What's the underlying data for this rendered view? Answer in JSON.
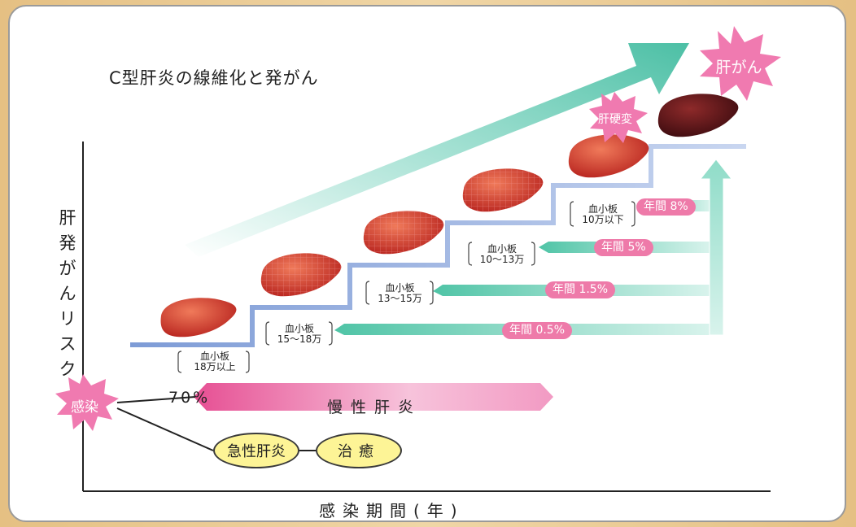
{
  "title": "C型肝炎の線維化と発がん",
  "y_label": "肝発がんリスク",
  "x_label": "感染期間(年)",
  "infection_label": "感染",
  "chronic_rate": "70%",
  "chronic_label": "慢性肝炎",
  "acute_label": "急性肝炎",
  "cure_label": "治癒",
  "cirrhosis_label": "肝硬変",
  "cancer_label": "肝がん",
  "stages": [
    {
      "platelets_line1": "血小板",
      "platelets_line2": "18万以上",
      "annual_rate": ""
    },
    {
      "platelets_line1": "血小板",
      "platelets_line2": "15〜18万",
      "annual_rate": "年間 0.5%"
    },
    {
      "platelets_line1": "血小板",
      "platelets_line2": "13〜15万",
      "annual_rate": "年間 1.5%"
    },
    {
      "platelets_line1": "血小板",
      "platelets_line2": "10〜13万",
      "annual_rate": "年間 5%"
    },
    {
      "platelets_line1": "血小板",
      "platelets_line2": "10万以下",
      "annual_rate": "年間 8%"
    }
  ],
  "colors": {
    "step_line": "#8ea6d8",
    "teal_arrow": "#5cc9b0",
    "pink_burst": "#f07ab0",
    "rate_pill": "#ee7aa9",
    "oval_fill": "#fdf496",
    "liver_red": "#c9302a",
    "liver_dark": "#5a1418"
  }
}
